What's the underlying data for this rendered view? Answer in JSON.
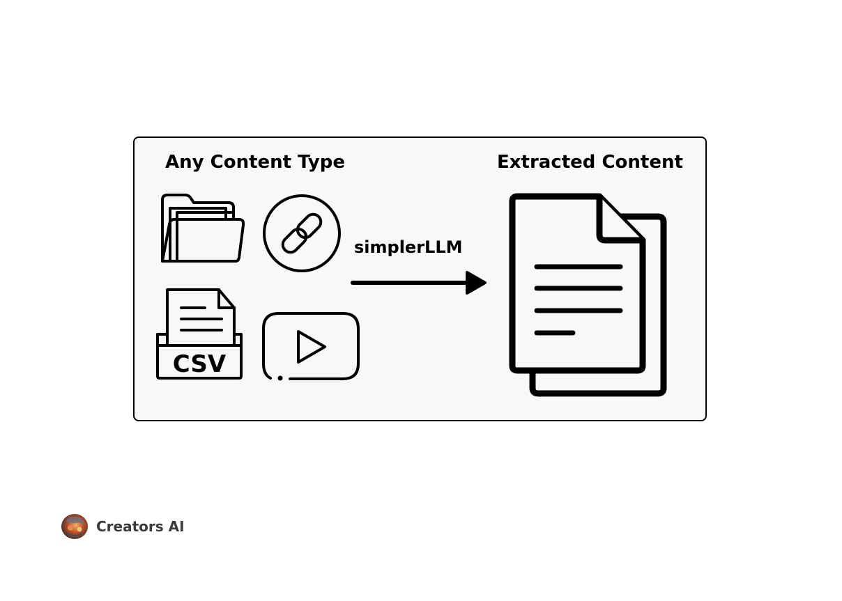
{
  "diagram": {
    "input_heading": "Any Content Type",
    "output_heading": "Extracted Content",
    "process_label": "simplerLLM",
    "input_icons": [
      "folder-icon",
      "link-icon",
      "csv-file-icon",
      "video-play-icon"
    ],
    "csv_label": "CSV",
    "output_icon": "document-stack-icon"
  },
  "branding": {
    "name": "Creators AI"
  }
}
